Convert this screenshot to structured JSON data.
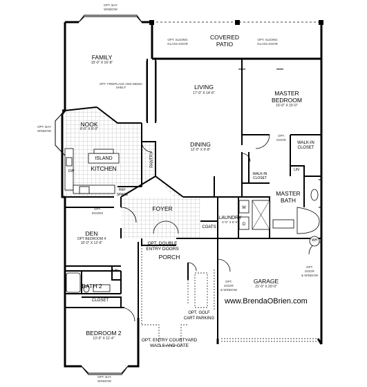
{
  "rooms": {
    "family": {
      "name": "FAMILY",
      "dim": "15'-0\" X 16'-8\""
    },
    "living": {
      "name": "LIVING",
      "dim": "17'-0\" X 14'-6\""
    },
    "master_bedroom": {
      "name": "MASTER",
      "name2": "BEDROOM",
      "dim": "16'-0\" X 15'-0\""
    },
    "nook": {
      "name": "NOOK",
      "dim": "8'-0\" X 8'-0\""
    },
    "dining": {
      "name": "DINING",
      "dim": "12'-0\" X 9'-8\""
    },
    "kitchen": {
      "name": "KITCHEN"
    },
    "island": {
      "name": "ISLAND"
    },
    "pantry": {
      "name": "PANTRY"
    },
    "foyer": {
      "name": "FOYER"
    },
    "den": {
      "name": "DEN",
      "dim": "OPT BEDROOM 4",
      "dim2": "10'-0\" X 12'-6\""
    },
    "bath2": {
      "name": "BATH 2"
    },
    "closet": {
      "name": "CLOSET"
    },
    "bedroom2": {
      "name": "BEDROOM 2",
      "dim": "13'-0\" X 11'-4\""
    },
    "porch": {
      "name": "PORCH"
    },
    "garage": {
      "name": "GARAGE",
      "dim": "21'-0\" X 20'-0\""
    },
    "laundry": {
      "name": "LAUNDRY",
      "dim": "5'-6\" X 6'-0\""
    },
    "coats": {
      "name": "COATS"
    },
    "master_bath": {
      "name": "MASTER",
      "name2": "BATH"
    },
    "walkin_top": {
      "name": "WALK-IN",
      "name2": "CLOSET"
    },
    "walkin_lower": {
      "name": "WALK-IN",
      "name2": "CLOSET"
    },
    "lin": {
      "name": "LIN"
    },
    "wh": {
      "name": "WH"
    },
    "dw": {
      "name": "DW"
    },
    "w": {
      "name": "W"
    },
    "d": {
      "name": "D"
    },
    "ref_space": {
      "name": "REF",
      "name2": "SPACE"
    }
  },
  "notes": {
    "covered_patio": "COVERED",
    "covered_patio2": "PATIO",
    "opt_bay_top": "OPT. BAY",
    "opt_bay_top2": "WINDOW",
    "opt_bay_bottom": "OPT. BAY",
    "opt_bay_bottom2": "WINDOW",
    "opt_bay_left": "OPT. BAY",
    "opt_bay_left2": "WINDOW",
    "sliding_left": "OPT. SLIDING",
    "sliding_left2": "GLASS DOOR",
    "sliding_right": "OPT. SLIDING",
    "sliding_right2": "GLASS DOOR",
    "fireplace": "OPT. FIREPLACE AND MEDIA SHELF",
    "opt_door_master": "OPT.",
    "opt_door_master2": "DOOR",
    "opt_doors_den": "OPT.",
    "opt_doors_den2": "DOORS",
    "double_entry": "OPT. DOUBLE",
    "double_entry2": "ENTRY DOORS",
    "garage_door_left": "OPT.",
    "garage_door_left2": "DOOR",
    "garage_door_left3": "& WINDOW",
    "garage_door_right": "OPT.",
    "garage_door_right2": "DOOR",
    "garage_door_right3": "& WINDOW",
    "golf_cart": "OPT. GOLF",
    "golf_cart2": "CART PARKING",
    "courtyard": "OPT. ENTRY COURTYARD",
    "courtyard2": "WALLS AND GATE"
  },
  "watermark": "www.BrendaOBrien.com"
}
